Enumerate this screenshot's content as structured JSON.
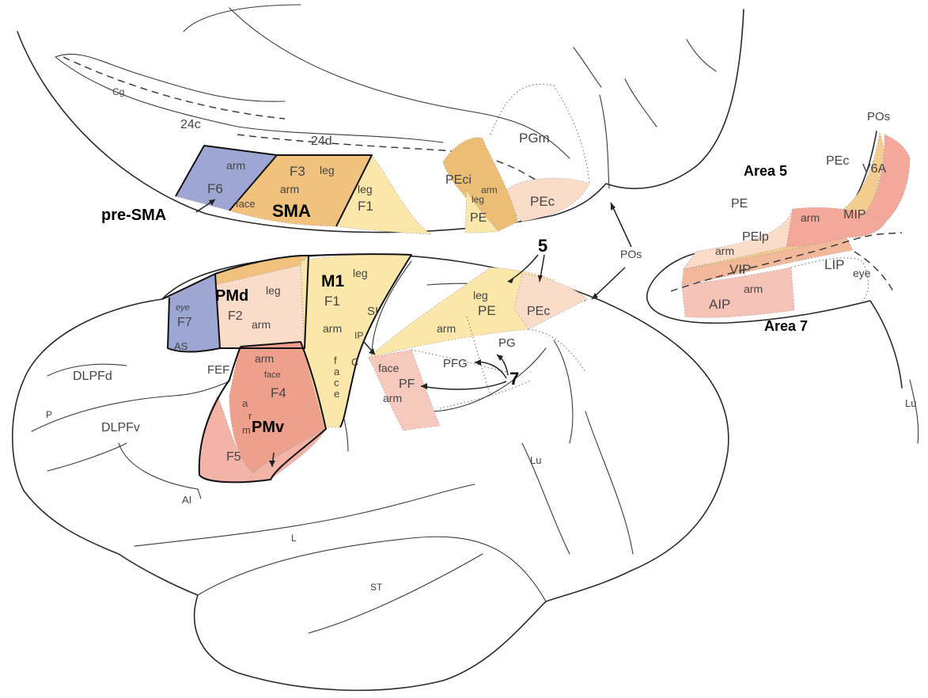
{
  "colors": {
    "blue": "#9ea7d3",
    "orange_dark": "#e8b870",
    "orange_light": "#f6dea5",
    "yellow": "#fbe7a9",
    "peach": "#fadcc9",
    "pink": "#f4b3a7",
    "salmon": "#eea08c",
    "pink_light": "#f7c9bf"
  },
  "medial": {
    "sulci": {
      "cg": "Cg",
      "area24c": "24c",
      "area24d": "24d"
    },
    "areas": {
      "pgm": "PGm",
      "peci": "PEci",
      "pec": "PEc",
      "pe": "PE",
      "f6": "F6",
      "f6_arm": "arm",
      "f3": "F3",
      "f3_leg": "leg",
      "f3_arm": "arm",
      "f3_face": "face",
      "f1": "F1",
      "f1_leg": "leg",
      "peci_arm": "arm",
      "peci_leg": "leg"
    },
    "labels": {
      "pre_sma": "pre-SMA",
      "sma": "SMA"
    }
  },
  "lateral": {
    "sulci": {
      "as": "AS",
      "p": "P",
      "ai": "AI",
      "c": "C",
      "ip": "IP",
      "lu": "Lu",
      "l": "L",
      "st": "ST",
      "pos": "POs"
    },
    "areas": {
      "dlpfd": "DLPFd",
      "dlpfv": "DLPFv",
      "fef": "FEF",
      "f7": "F7",
      "f7_eye": "eye",
      "f2": "F2",
      "f2_leg": "leg",
      "f2_arm": "arm",
      "f4": "F4",
      "f4_arm": "arm",
      "f4_face": "face",
      "f5": "F5",
      "f5_a": "a",
      "f5_r": "r",
      "f5_m": "m",
      "f1": "F1",
      "f1_leg": "leg",
      "f1_arm": "arm",
      "f1_face_f": "f",
      "f1_face_a": "a",
      "f1_face_c": "c",
      "f1_face_e": "e",
      "si": "SI",
      "pe": "PE",
      "pe_leg": "leg",
      "pe_arm": "arm",
      "pec": "PEc",
      "pfg": "PFG",
      "pg": "PG",
      "pf": "PF",
      "pf_face": "face",
      "pf_arm": "arm"
    },
    "labels": {
      "pmd": "PMd",
      "pmv": "PMv",
      "m1": "M1",
      "num5": "5",
      "num7": "7"
    }
  },
  "inset": {
    "pos": "POs",
    "lu": "Lu",
    "area5": "Area 5",
    "area7": "Area 7",
    "pec": "PEc",
    "pe": "PE",
    "v6a": "V6A",
    "mip": "MIP",
    "mip_arm": "arm",
    "pelp": "PElp",
    "pelp_arm": "arm",
    "vip": "VIP",
    "lip": "LIP",
    "lip_eye": "eye",
    "aip": "AIP",
    "aip_arm": "arm"
  }
}
